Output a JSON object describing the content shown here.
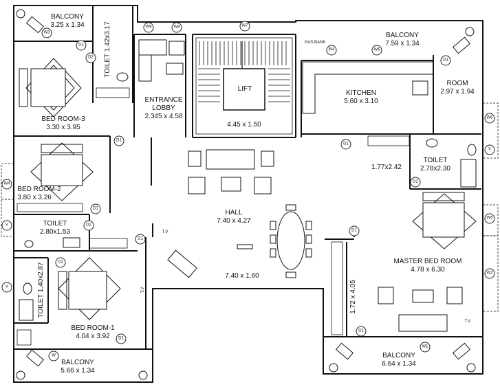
{
  "rooms": {
    "balcony_tl": {
      "name": "BALCONY",
      "dim": "3.25 x 1.34"
    },
    "balcony_tr": {
      "name": "BALCONY",
      "dim": "7.59 x 1.34"
    },
    "balcony_bl": {
      "name": "BALCONY",
      "dim": "5.66 x 1.34"
    },
    "balcony_br": {
      "name": "BALCONY",
      "dim": "6.64 x 1.34"
    },
    "toilet_top": {
      "name": "TOILET",
      "dim": "1.42x3.17"
    },
    "bed3": {
      "name": "BED ROOM-3",
      "dim": "3.30 x 3.95"
    },
    "bed2": {
      "name": "BED ROOM-2",
      "dim": "3.80 x 3.26"
    },
    "bed1": {
      "name": "BED ROOM-1",
      "dim": "4.04 x 3.92"
    },
    "toilet_mid": {
      "name": "TOILET",
      "dim": "2.80x1.53"
    },
    "toilet_bot": {
      "name": "TOILET",
      "dim": "1.40x2.87"
    },
    "entrance": {
      "name": "ENTRANCE\nLOBBY",
      "dim": "2.345 x 4.58"
    },
    "lift": {
      "name": "LIFT",
      "dim": "4.45 x 1.50"
    },
    "kitchen": {
      "name": "KITCHEN",
      "dim": "5.60 x 3.10"
    },
    "room": {
      "name": "ROOM",
      "dim": "2.97 x 1.94"
    },
    "toilet_right": {
      "name": "TOILET",
      "dim": "2.78x2.30"
    },
    "wardrobe": {
      "dim": "1.77x2.42"
    },
    "hall": {
      "name": "HALL",
      "dim": "7.40 x 4.27"
    },
    "passage": {
      "dim": "7.40 x 1.60"
    },
    "master": {
      "name": "MASTER BED ROOM",
      "dim": "4.78 x 6.30"
    },
    "store": {
      "dim": "1.72 x 4.05"
    },
    "gas_bank": {
      "name": "GAS BANK"
    }
  },
  "tags": {
    "w3": "W3",
    "w9": "W9",
    "w8": "W8",
    "w7": "W7",
    "w4": "W4",
    "w6": "W6",
    "w5": "W5",
    "w2": "W2",
    "w1": "W1",
    "w": "W",
    "d1": "D1",
    "d2": "D2",
    "v": "V",
    "tv": "T.V"
  }
}
